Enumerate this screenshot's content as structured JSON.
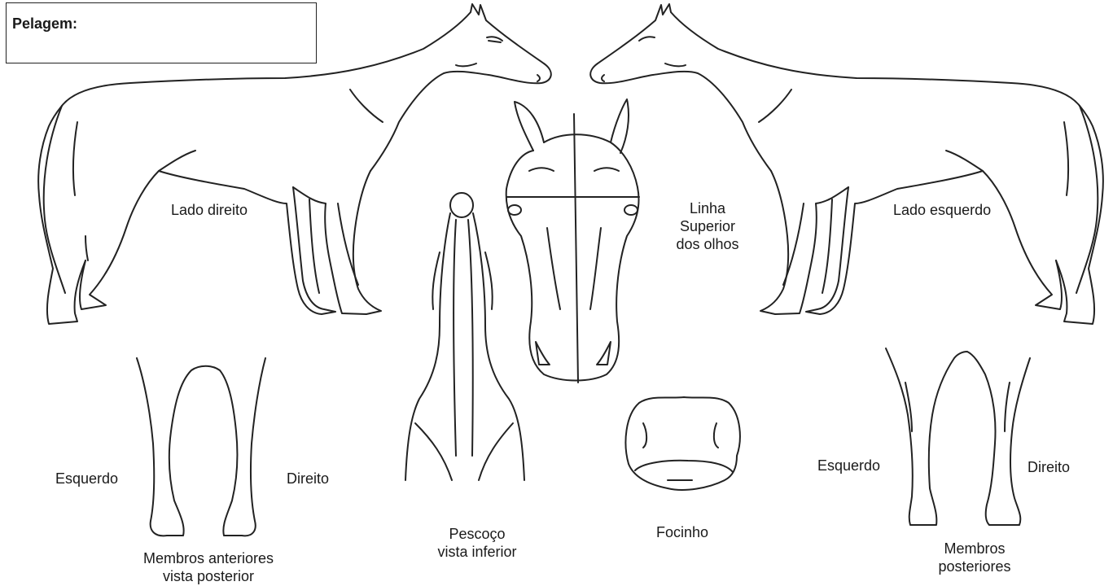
{
  "form": {
    "coat_label": "Pelagem:"
  },
  "labels": {
    "right_side": "Lado direito",
    "left_side": "Lado esquerdo",
    "eye_line": [
      "Linha",
      "Superior",
      "dos olhos"
    ],
    "front_left": "Esquerdo",
    "front_right": "Direito",
    "front_legs": [
      "Membros anteriores",
      "vista posterior"
    ],
    "neck": [
      "Pescoço",
      "vista inferior"
    ],
    "muzzle": "Focinho",
    "hind_left": "Esquerdo",
    "hind_right": "Direito",
    "hind_legs": [
      "Membros",
      "posteriores"
    ]
  }
}
